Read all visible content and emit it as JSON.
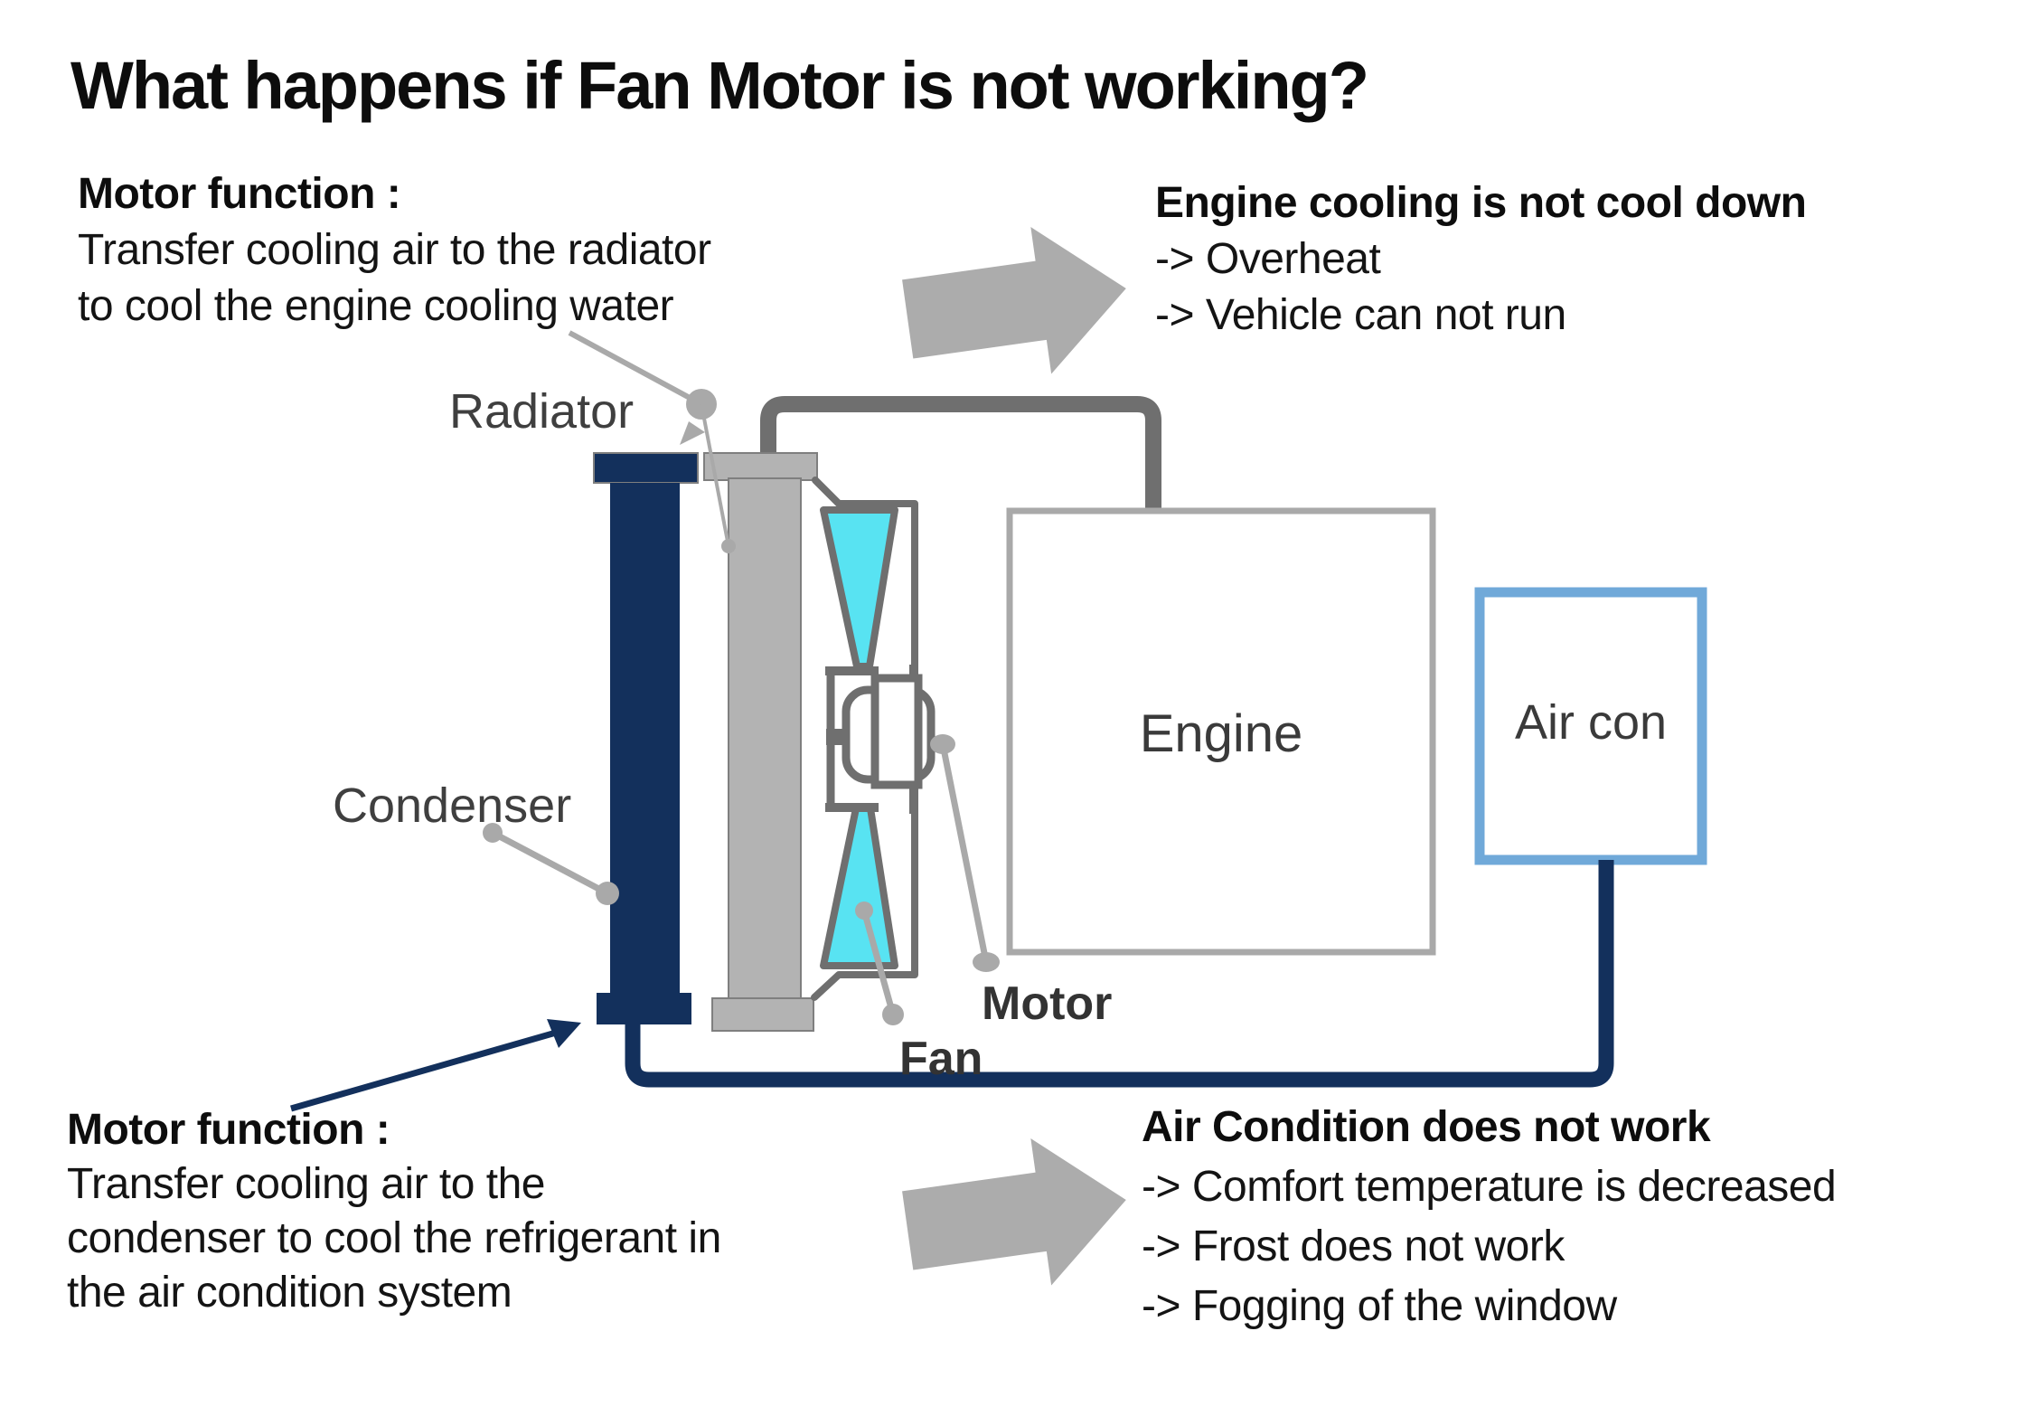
{
  "title": "What happens if Fan Motor is not working?",
  "blocks": {
    "top_left": {
      "heading": "Motor function :",
      "lines": [
        "Transfer cooling air to the radiator",
        "to cool the engine cooling water"
      ]
    },
    "top_right": {
      "heading": "Engine cooling is not cool down",
      "lines": [
        "-> Overheat",
        "-> Vehicle can not run"
      ]
    },
    "bottom_left": {
      "heading": "Motor function :",
      "lines": [
        "Transfer cooling air to the",
        "condenser to cool the refrigerant in",
        "the air condition system"
      ]
    },
    "bottom_right": {
      "heading": "Air Condition does not work",
      "lines": [
        "-> Comfort temperature is decreased",
        "-> Frost does not work",
        "-> Fogging of the window"
      ]
    }
  },
  "diagram": {
    "labels": {
      "radiator": "Radiator",
      "condenser": "Condenser",
      "engine": "Engine",
      "aircon": "Air con",
      "motor": "Motor",
      "fan": "Fan"
    }
  },
  "colors": {
    "navy": "#13305c",
    "cyan": "#58e3f2",
    "aircon_border": "#70a9d9",
    "engine_border": "#a9a9a9",
    "radiator_fill": "#b3b3b3",
    "shape_outline": "#7f7f7f",
    "pipe_gray": "#6f6f6f",
    "block_arrow": "#acacac",
    "leader_gray": "#a9a9a9",
    "label_text": "#3f3f3f",
    "body_text": "#141414"
  }
}
